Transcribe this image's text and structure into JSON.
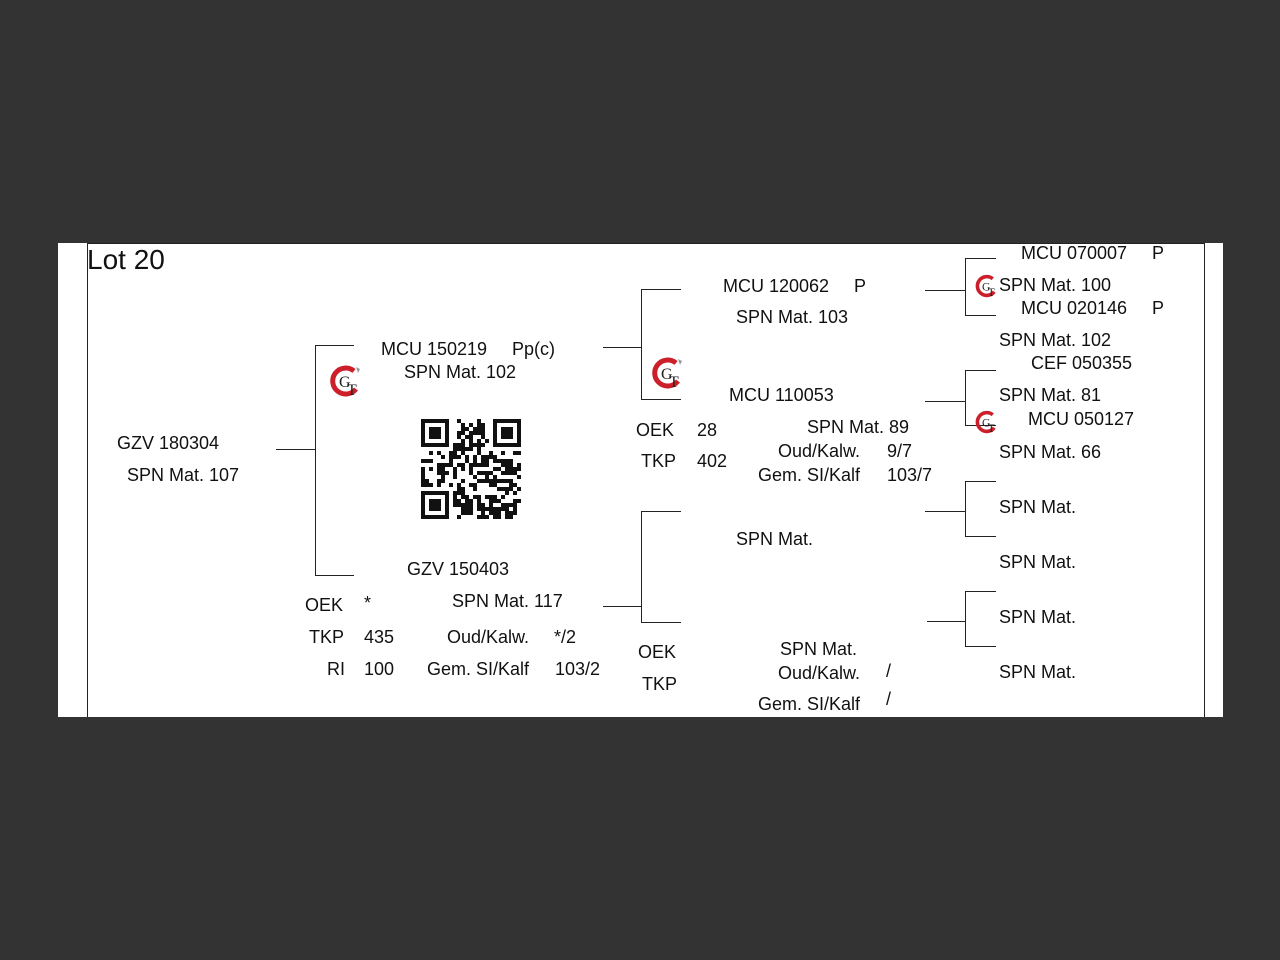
{
  "lot_title": "Lot 20",
  "colors": {
    "background": "#333333",
    "sheet": "#ffffff",
    "text": "#111111",
    "logo_red": "#cc1f2a",
    "logo_dark": "#222222"
  },
  "icons": {
    "breeder_logo": "gt-logo-icon",
    "qr_code": "qr-code-icon"
  },
  "subject": {
    "id": "GZV 180304",
    "spn": "SPN Mat. 107"
  },
  "sire": {
    "id": "MCU 150219",
    "suffix": "Pp(c)",
    "spn": "SPN Mat. 102"
  },
  "dam": {
    "id": "GZV 150403",
    "spn": "SPN Mat. 117",
    "stats": {
      "oek_label": "OEK",
      "oek_value": "*",
      "tkp_label": "TKP",
      "tkp_value": "435",
      "ri_label": "RI",
      "ri_value": "100",
      "oud_label": "Oud/Kalw.",
      "oud_value": "*/2",
      "gem_label": "Gem. SI/Kalf",
      "gem_value": "103/2"
    }
  },
  "sire_sire": {
    "id": "MCU 120062",
    "suffix": "P",
    "spn": "SPN Mat. 103"
  },
  "sire_dam": {
    "id": "MCU 110053",
    "spn": "SPN Mat. 89",
    "stats": {
      "oek_label": "OEK",
      "oek_value": "28",
      "tkp_label": "TKP",
      "tkp_value": "402",
      "oud_label": "Oud/Kalw.",
      "oud_value": "9/7",
      "gem_label": "Gem. SI/Kalf",
      "gem_value": "103/7"
    }
  },
  "dam_sire": {
    "spn": "SPN Mat."
  },
  "dam_dam": {
    "spn": "SPN Mat.",
    "stats": {
      "oek_label": "OEK",
      "tkp_label": "TKP",
      "oud_label": "Oud/Kalw.",
      "oud_value": "/",
      "gem_label": "Gem. SI/Kalf",
      "gem_value": "/"
    }
  },
  "gen3": {
    "ss_sire": {
      "id": "MCU 070007",
      "suffix": "P",
      "spn": "SPN Mat. 100"
    },
    "ss_dam": {
      "id": "MCU 020146",
      "suffix": "P",
      "spn": "SPN Mat. 102"
    },
    "sd_sire": {
      "id": "CEF 050355",
      "spn": "SPN Mat. 81"
    },
    "sd_dam": {
      "id": "MCU 050127",
      "spn": "SPN Mat. 66"
    },
    "ds_sire": {
      "spn": "SPN Mat."
    },
    "ds_dam": {
      "spn": "SPN Mat."
    },
    "dd_sire": {
      "spn": "SPN Mat."
    },
    "dd_dam": {
      "spn": "SPN Mat."
    }
  }
}
